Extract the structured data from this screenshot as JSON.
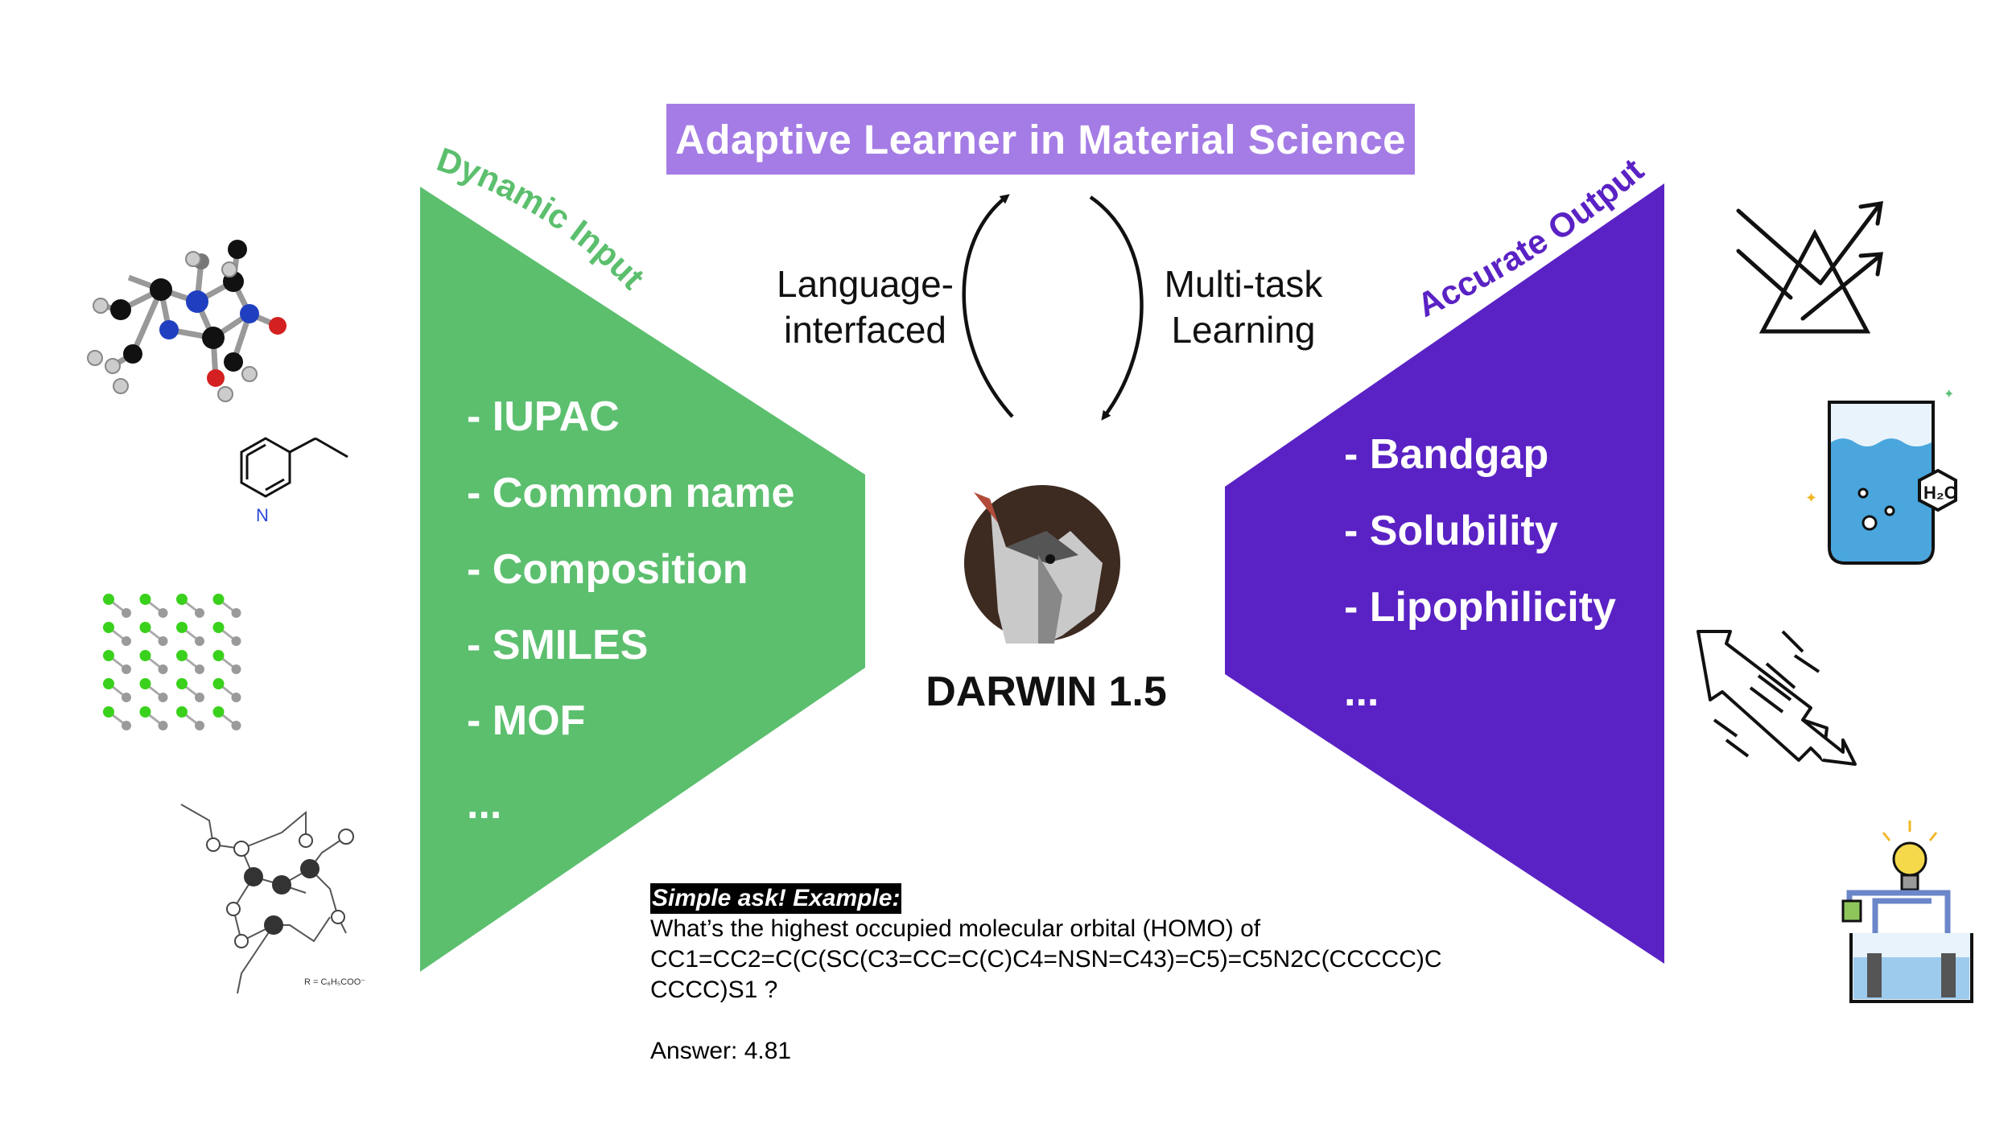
{
  "title": "Adaptive Learner in Material Science",
  "cycle": {
    "left_label_line1": "Language-",
    "left_label_line2": "interfaced",
    "right_label_line1": "Multi-task",
    "right_label_line2": "Learning"
  },
  "input": {
    "heading": "Dynamic Input",
    "items": [
      "- IUPAC",
      "- Common name",
      "- Composition",
      "- SMILES",
      "- MOF",
      "..."
    ],
    "color": "#5cbf6e"
  },
  "output": {
    "heading": "Accurate Output",
    "items": [
      "- Bandgap",
      "- Solubility",
      "- Lipophilicity",
      "..."
    ],
    "color": "#5a22c4"
  },
  "model": {
    "name": "DARWIN 1.5"
  },
  "example": {
    "heading": "Simple ask! Example:",
    "question": "What’s the highest occupied molecular orbital (HOMO) of\nCC1=CC2=C(C(SC(C3=CC=C(C)C4=NSN=C43)=C5)=C5N2C(CCCCC)C\nCCCC)S1 ?",
    "answer": "Answer: 4.81"
  },
  "molecule_labels": {
    "pyridine_n": "N",
    "mof_formula": "R = C₆H₅COO⁻"
  },
  "icons": [
    "caffeine-molecule-icon",
    "ethylpyridine-structure-icon",
    "crystal-lattice-icon",
    "mof-structure-icon",
    "prism-light-icon",
    "water-beaker-icon",
    "stress-strain-icon",
    "electrolysis-bulb-icon"
  ],
  "colors": {
    "banner": "#a57ce5",
    "green": "#5cbf6e",
    "purple": "#5a22c4"
  }
}
